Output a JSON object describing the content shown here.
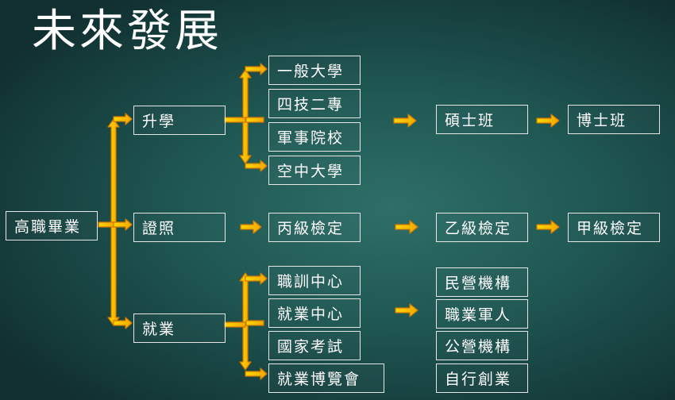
{
  "title": "未來發展",
  "root": "高職畢業",
  "branches": {
    "further_study": "升學",
    "license": "證照",
    "employment": "就業"
  },
  "further_study": {
    "schools": [
      "一般大學",
      "四技二專",
      "軍事院校",
      "空中大學"
    ],
    "masters": "碩士班",
    "doctoral": "博士班"
  },
  "license": {
    "level_c": "丙級檢定",
    "level_b": "乙級檢定",
    "level_a": "甲級檢定"
  },
  "employment": {
    "channels": [
      "職訓中心",
      "就業中心",
      "國家考試",
      "就業博覽會"
    ],
    "outcomes": [
      "民營機構",
      "職業軍人",
      "公營機構",
      "自行創業"
    ]
  },
  "colors": {
    "arrow_fill": "#ffcc00",
    "arrow_stroke": "#d07800",
    "box_border": "#e6e6e6",
    "text": "#ffffff"
  }
}
